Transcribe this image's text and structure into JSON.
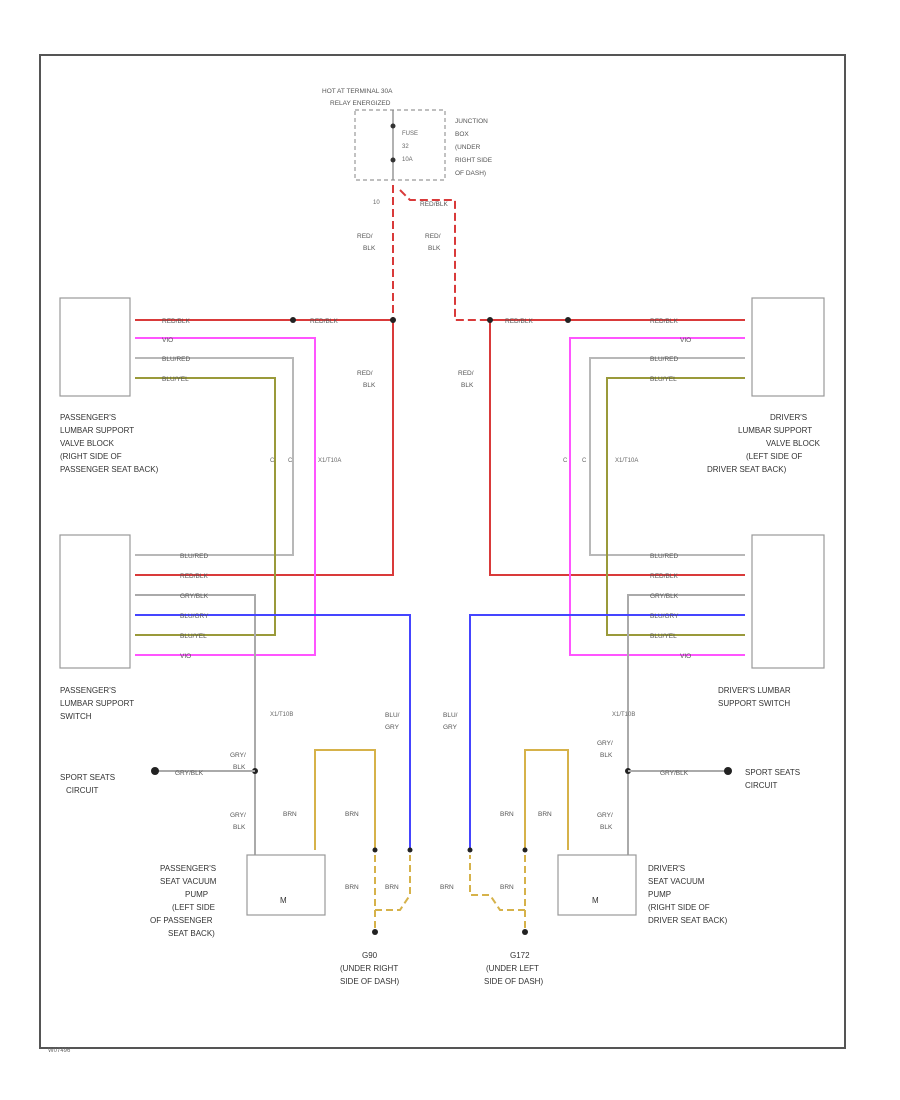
{
  "hot_at_terminal": [
    "HOT AT TERMINAL 30A",
    "RELAY ENERGIZED"
  ],
  "fuse": {
    "label": "FUSE",
    "number": "32",
    "rating": "10A"
  },
  "junction_box": [
    "JUNCTION",
    "BOX",
    "(UNDER",
    "RIGHT SIDE",
    "OF DASH)"
  ],
  "colors": {
    "red_black": "#d93a3a",
    "violet": "#ff55ff",
    "blue_red": "#b8b8b8",
    "blue_yellow": "#9a9a3a",
    "gray_black": "#aaaaaa",
    "blue_gray": "#4545ff",
    "brown": "#d6b24a",
    "frame": "#555555"
  },
  "wires": {
    "red_blk_top": "RED/BLK",
    "red_blk_slash": "RED/\nBLK",
    "vio": "VIO",
    "blu_red": "BLU/RED",
    "blu_yel": "BLU/YEL",
    "gry_blk": "GRY/BLK",
    "blu_gry": "BLU/GRY",
    "brn": "BRN",
    "gry_blk_slash": "GRY/\nBLK",
    "blu_gry_slash": "BLU/\nGRY"
  },
  "passenger": {
    "valve_block": [
      "PASSENGER'S",
      "LUMBAR SUPPORT",
      "VALVE BLOCK",
      "(RIGHT SIDE OF",
      "PASSENGER SEAT BACK)"
    ],
    "switch": [
      "PASSENGER'S",
      "LUMBAR SUPPORT",
      "SWITCH"
    ],
    "pump": [
      "PASSENGER'S",
      "SEAT VACUUM",
      "PUMP",
      "(LEFT SIDE",
      "OF PASSENGER",
      "SEAT BACK)"
    ],
    "ground": [
      "G90",
      "(UNDER RIGHT",
      "SIDE OF DASH)"
    ],
    "connector": "X1/T10A",
    "connector2": "X1/T10B"
  },
  "driver": {
    "valve_block": [
      "DRIVER'S",
      "LUMBAR SUPPORT",
      "VALVE BLOCK",
      "(LEFT SIDE OF",
      "DRIVER SEAT BACK)"
    ],
    "switch": [
      "DRIVER'S LUMBAR",
      "SUPPORT SWITCH"
    ],
    "pump": [
      "DRIVER'S",
      "SEAT VACUUM",
      "PUMP",
      "(RIGHT SIDE OF",
      "DRIVER SEAT BACK)"
    ],
    "ground": [
      "G172",
      "(UNDER LEFT",
      "SIDE OF DASH)"
    ],
    "connector": "X1/T10A",
    "connector2": "X1/T10B"
  },
  "sport_seats": [
    "SPORT SEATS",
    "CIRCUIT"
  ],
  "motor_symbol": "M",
  "figure_id": "W07496"
}
